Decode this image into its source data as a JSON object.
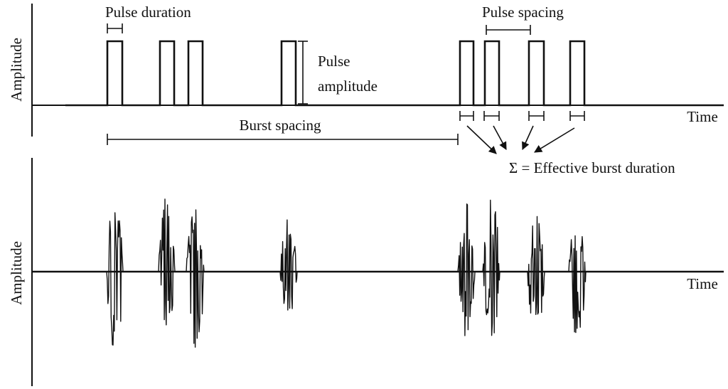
{
  "top_panel": {
    "ylabel": "Amplitude",
    "xlabel": "Time",
    "annotations": {
      "pulse_duration": "Pulse duration",
      "pulse_spacing": "Pulse spacing",
      "pulse_amplitude_line1": "Pulse",
      "pulse_amplitude_line2": "amplitude",
      "burst_spacing": "Burst spacing",
      "effective_burst_duration": "Σ = Effective burst duration"
    }
  },
  "bottom_panel": {
    "ylabel": "Amplitude",
    "xlabel": "Time"
  }
}
